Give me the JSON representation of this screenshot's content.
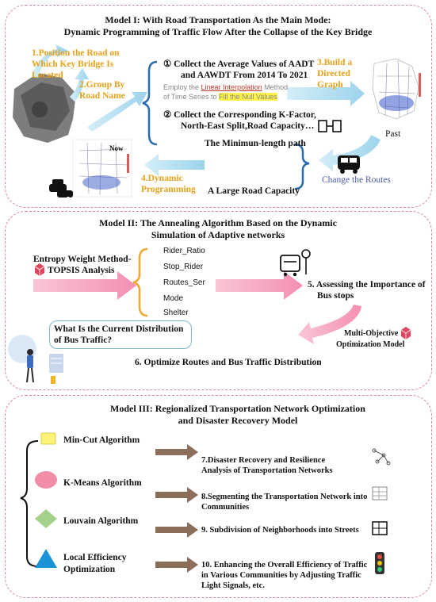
{
  "model1": {
    "title1": "Model I:   With Road Transportation As the Main Mode:",
    "title2": "Dynamic Programming of Traffic Flow After the Collapse of the Key Bridge",
    "step1": "1.Position the Road on Which Key Bridge Is Located",
    "step2": "2.Group By Road Name",
    "collect1_a": "① Collect the Average Values of AADT",
    "collect1_b": "and AAWDT  From 2014 To 2021",
    "interp_pre": "Employ the ",
    "interp_link": "Linear Interpolation",
    "interp_mid": " Method of Time Series to ",
    "interp_hl": "Fill the Null Values",
    "collect2_a": "② Collect the Corresponding K-Factor,",
    "collect2_b": "North-East Split,Road Capacity…",
    "step3": "3.Build a Directed Graph",
    "past": "Past",
    "now": "Now",
    "min_path": "The Minimun-length path",
    "large_cap": "A Large Road Capacity",
    "change_routes": "Change the Routes",
    "step4": "4.Dynamic Programming"
  },
  "model2": {
    "title1": "Model II:  The Annealing Algorithm Based on the Dynamic",
    "title2": "Simulation of Adaptive networks",
    "ewm1": "Entropy Weight Method-",
    "ewm2": "TOPSIS Analysis",
    "indicators": [
      "Rider_Ratio",
      "Stop_Rider",
      "Routes_Ser",
      "Mode",
      "Shelter"
    ],
    "step5_a": "5. Assessing the Importance of",
    "step5_b": "Bus stops",
    "multi_a": "Multi-Objective",
    "multi_b": "Optimization Model",
    "question_a": "What Is the Current Distribution",
    "question_b": "of Bus Traffic?",
    "step6": "6. Optimize Routes and Bus Traffic Distribution"
  },
  "model3": {
    "title1": "Model III:   Regionalized Transportation Network Optimization",
    "title2": "and Disaster Recovery Model",
    "algos": [
      "Min-Cut Algorithm",
      "K-Means Algorithm",
      "Louvain Algorithm",
      "Local Efficiency",
      "Optimization"
    ],
    "out7_a": "7.Disaster Recovery and Resilience",
    "out7_b": "Analysis of Transportation Networks",
    "out8_a": "8.Segmenting the Transportation Network into",
    "out8_b": "Communities",
    "out9": "9.  Subdivision of Neighborhoods into Streets",
    "out10_a": "10. Enhancing the Overall Efficiency of Traffic",
    "out10_b": "in Various Communities by Adjusting Traffic",
    "out10_c": "Light Signals, etc."
  },
  "colors": {
    "dash": "#d98a9a",
    "orange": "#e8a21a",
    "blue_brace": "#2b6cb0",
    "orange_brace": "#f0a830",
    "pink_arrow": "#f4a6bf",
    "light_blue_arrow": "#a7d8ee",
    "brown_arrow": "#8b6f5a"
  }
}
